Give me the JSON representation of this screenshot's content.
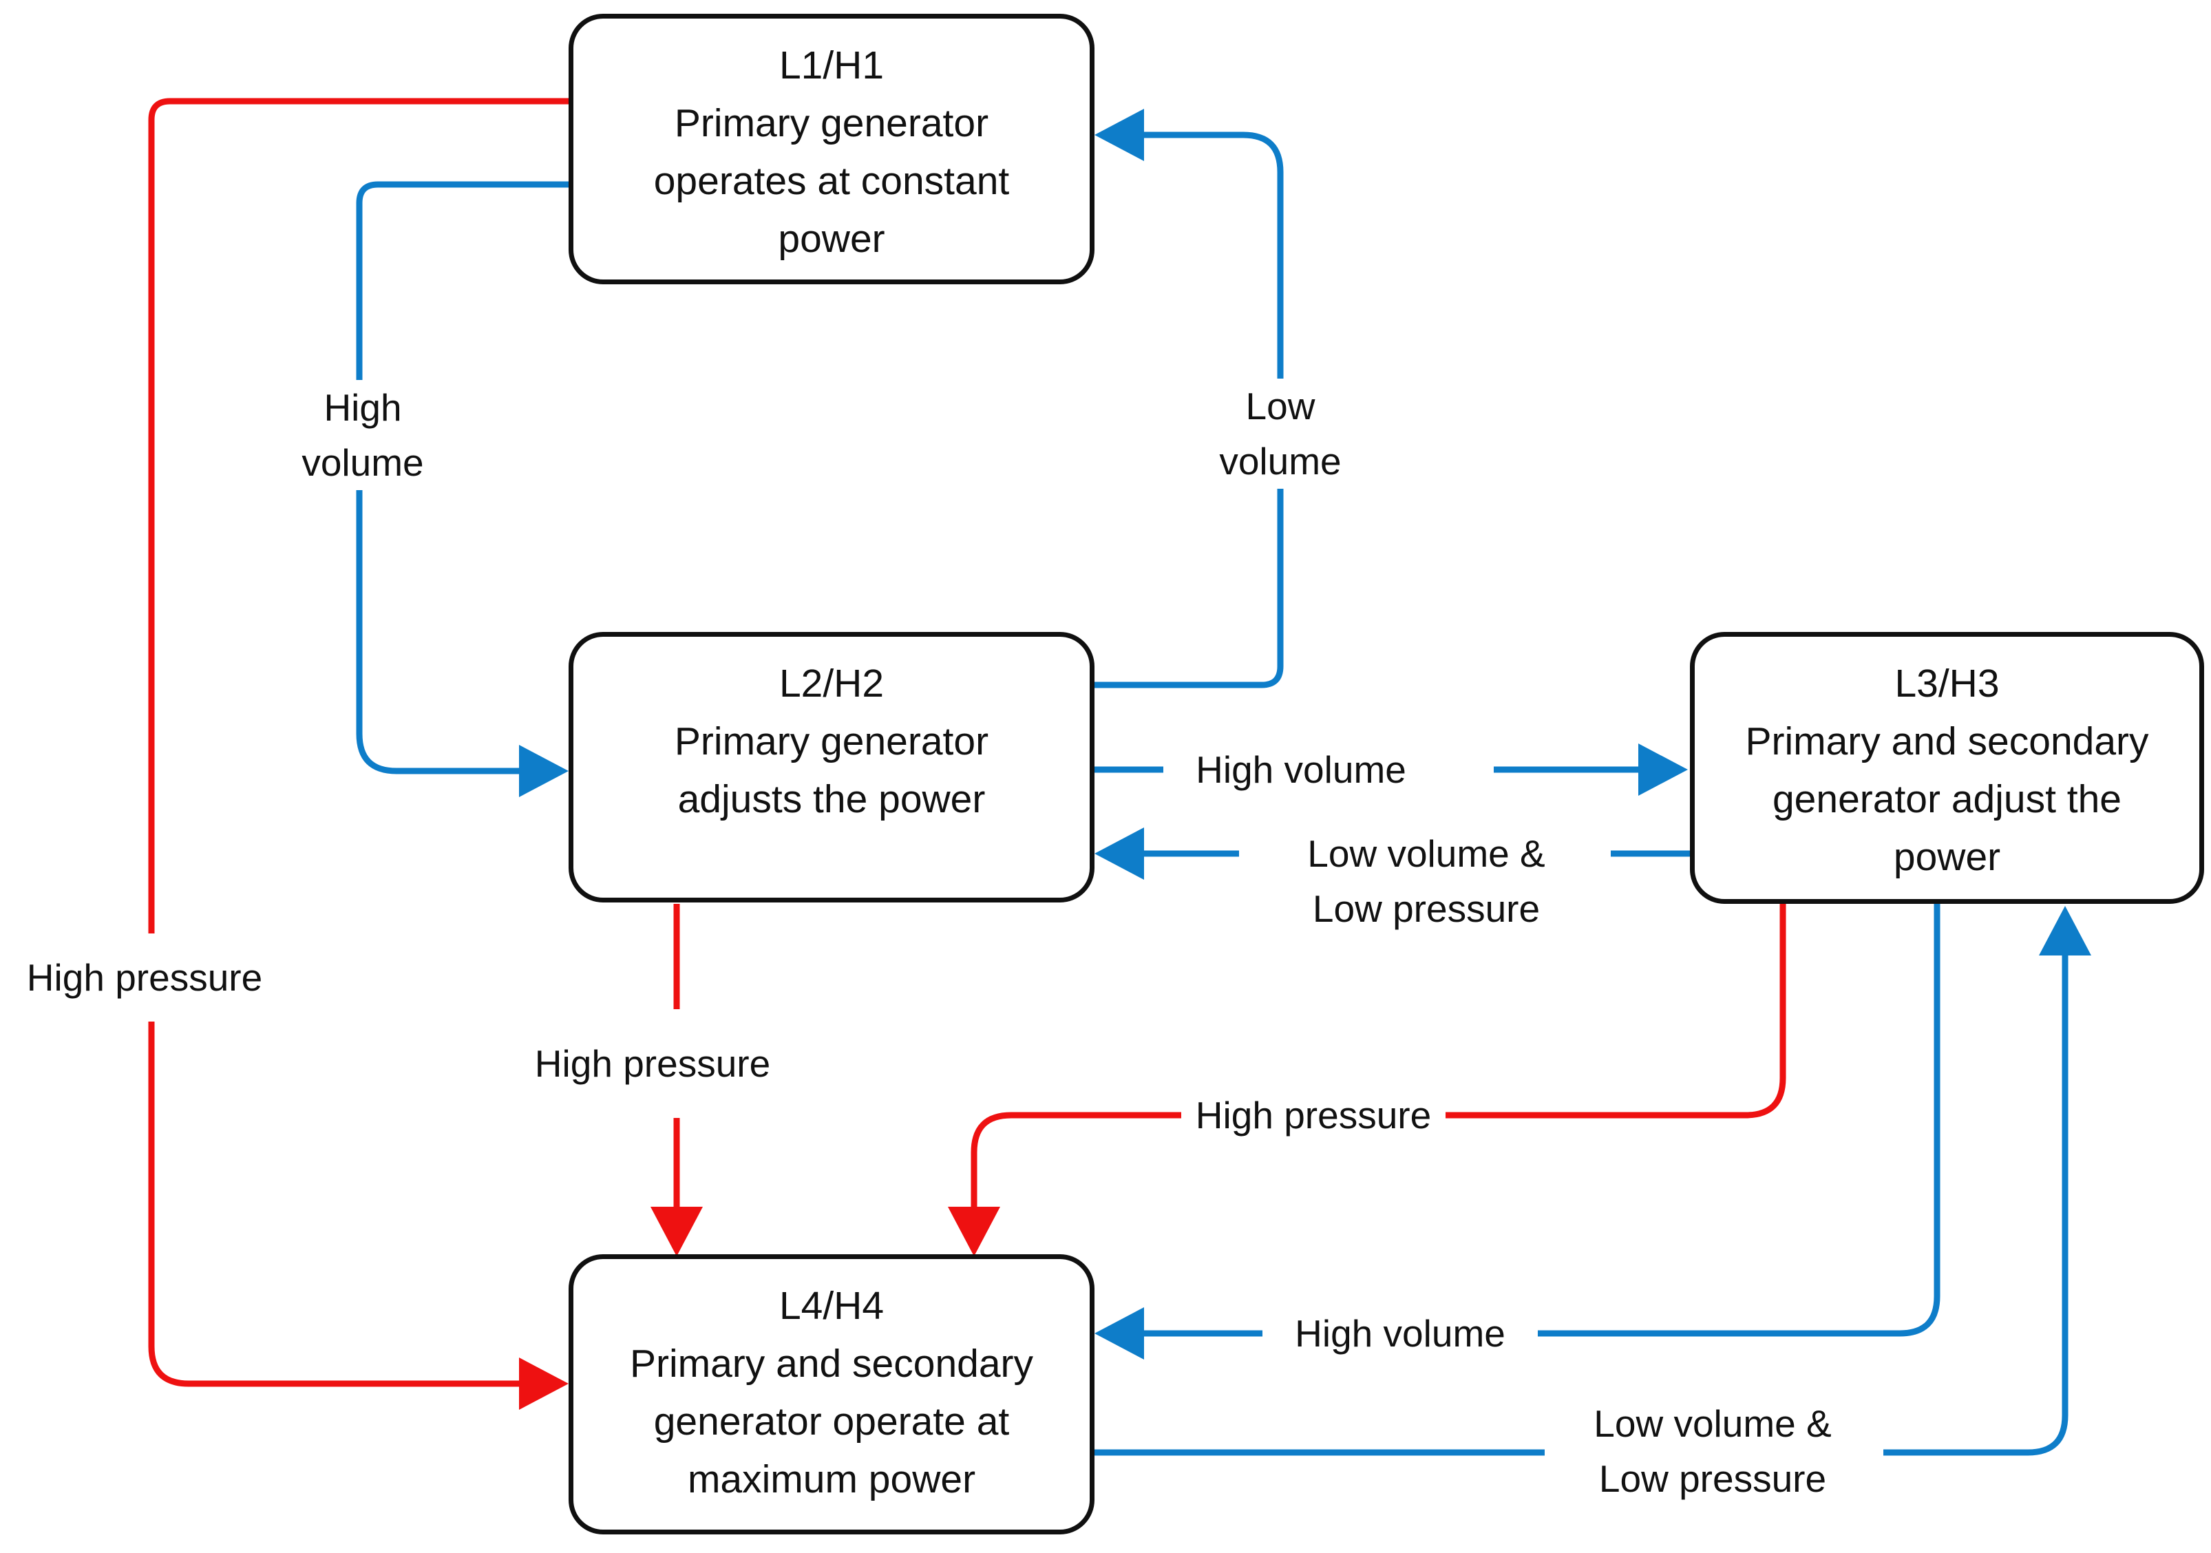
{
  "diagram": {
    "colors": {
      "blue_edge": "#0e7dc9",
      "red_edge": "#ee1111",
      "box_border": "#101010",
      "text": "#111111",
      "background": "#ffffff"
    },
    "boxes": [
      {
        "title": "L1/H1",
        "lines": [
          "Primary generator",
          "operates at constant",
          "power"
        ]
      },
      {
        "title": "L2/H2",
        "lines": [
          "Primary generator",
          "adjusts the power"
        ]
      },
      {
        "title": "L3/H3",
        "lines": [
          "Primary and secondary",
          "generator adjust the",
          "power"
        ]
      },
      {
        "title": "L4/H4",
        "lines": [
          "Primary and secondary",
          "generator operate at",
          "maximum power"
        ]
      }
    ],
    "labels": {
      "high_volume_left": {
        "line1": "High",
        "line2": "volume"
      },
      "low_volume_right": {
        "line1": "Low",
        "line2": "volume"
      },
      "high_pressure_far_left": {
        "line1": "High pressure"
      },
      "high_pressure_below_l2": {
        "line1": "High pressure"
      },
      "high_volume_l2_l3": {
        "line1": "High volume"
      },
      "low_volume_low_pressure_l3_l2": {
        "line1": "Low volume &",
        "line2": "Low pressure"
      },
      "high_pressure_l3_l4": {
        "line1": "High pressure"
      },
      "high_volume_l3_l4": {
        "line1": "High volume"
      },
      "low_volume_low_pressure_l4_l3": {
        "line1": "Low volume &",
        "line2": "Low pressure"
      }
    },
    "edges": [
      {
        "from": "L1/H1",
        "to": "L4/H4",
        "label": "High pressure",
        "color": "red"
      },
      {
        "from": "L1/H1",
        "to": "L2/H2",
        "label": "High volume",
        "color": "blue"
      },
      {
        "from": "L2/H2",
        "to": "L1/H1",
        "label": "Low volume",
        "color": "blue"
      },
      {
        "from": "L2/H2",
        "to": "L3/H3",
        "label": "High volume",
        "color": "blue"
      },
      {
        "from": "L3/H3",
        "to": "L2/H2",
        "label": "Low volume & Low pressure",
        "color": "blue"
      },
      {
        "from": "L2/H2",
        "to": "L4/H4",
        "label": "High pressure",
        "color": "red"
      },
      {
        "from": "L3/H3",
        "to": "L4/H4",
        "label": "High pressure",
        "color": "red"
      },
      {
        "from": "L3/H3",
        "to": "L4/H4",
        "label": "High volume",
        "color": "blue"
      },
      {
        "from": "L4/H4",
        "to": "L3/H3",
        "label": "Low volume & Low pressure",
        "color": "blue"
      }
    ]
  }
}
